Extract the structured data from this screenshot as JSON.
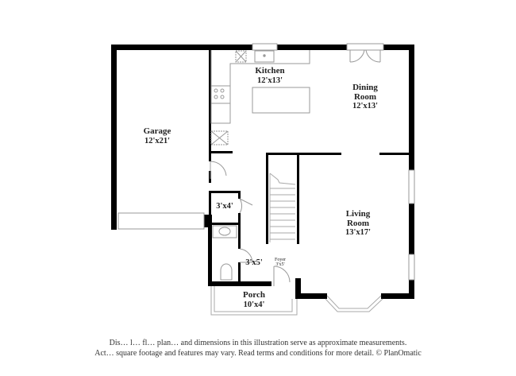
{
  "floor_plan": {
    "rooms": [
      {
        "id": "garage",
        "name": "Garage",
        "dims": "12'x21'"
      },
      {
        "id": "kitchen",
        "name": "Kitchen",
        "dims": "12'x13'"
      },
      {
        "id": "dining",
        "name": "Dining Room",
        "name_lines": [
          "Dining",
          "Room"
        ],
        "dims": "12'x13'"
      },
      {
        "id": "living",
        "name": "Living Room",
        "name_lines": [
          "Living",
          "Room"
        ],
        "dims": "13'x17'"
      },
      {
        "id": "closet",
        "name": "",
        "dims": "3'x4'"
      },
      {
        "id": "bath",
        "name": "",
        "dims": "3'x5'"
      },
      {
        "id": "foyer",
        "name": "Foyer",
        "dims": "3'x5'"
      },
      {
        "id": "porch",
        "name": "Porch",
        "dims": "10'x4'"
      }
    ],
    "colors": {
      "wall": "#000000",
      "fixture": "#999999",
      "background": "#ffffff"
    }
  },
  "disclaimer": {
    "line1": "Dis… l… fl… plan… and dimensions in this illustration serve as approximate measurements.",
    "line2": "Act… square footage and features may vary. Read terms and conditions for more detail. © PlanOmatic"
  }
}
